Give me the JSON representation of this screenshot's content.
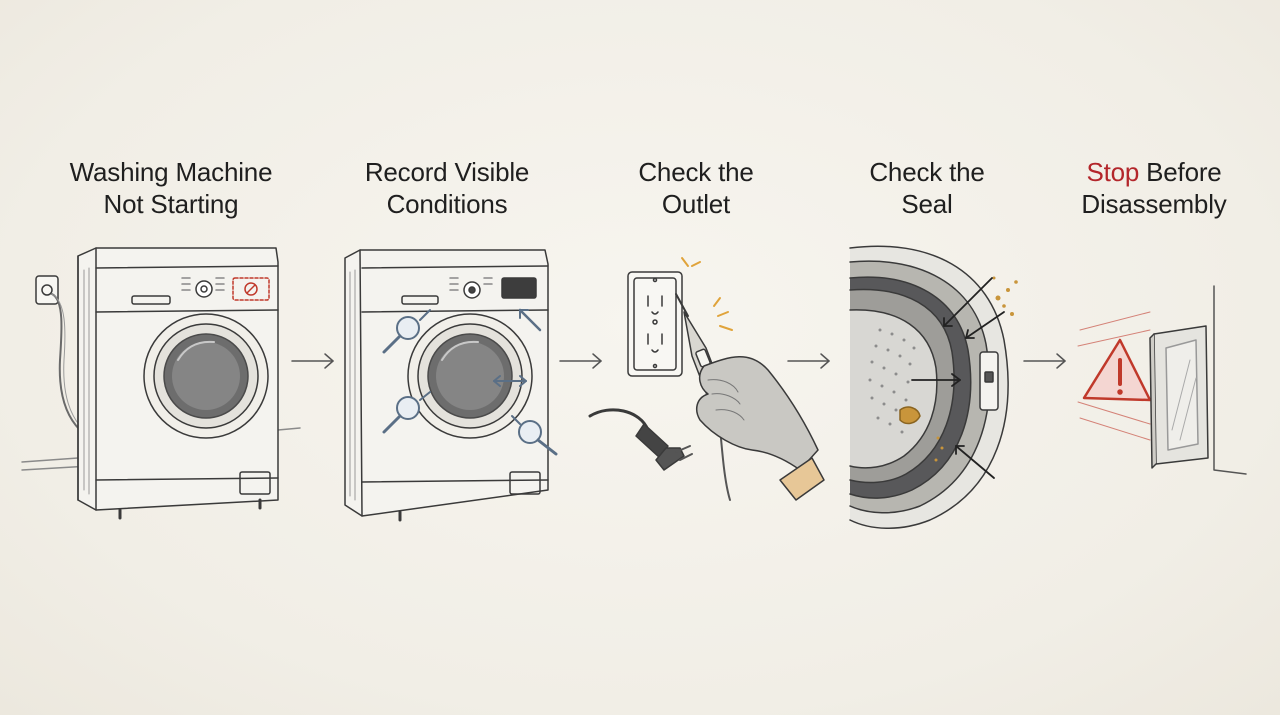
{
  "steps": [
    {
      "id": "step-1",
      "title_line1": "Washing Machine",
      "title_line2": "Not Starting"
    },
    {
      "id": "step-2",
      "title_line1": "Record Visible",
      "title_line2": "Conditions"
    },
    {
      "id": "step-3",
      "title_line1": "Check the",
      "title_line2": "Outlet"
    },
    {
      "id": "step-4",
      "title_line1": "Check the",
      "title_line2": "Seal"
    },
    {
      "id": "step-5",
      "title_line1_accent": "Stop",
      "title_line1_rest": " Before",
      "title_line2": "Disassembly"
    }
  ],
  "colors": {
    "background": "#f1eee6",
    "line": "#3a3a3a",
    "warning": "#c0392b",
    "accent_blue": "#5a6f86"
  },
  "icons": [
    "washing-machine",
    "magnifier",
    "outlet",
    "voltage-tester",
    "plug",
    "glove",
    "door-seal",
    "warning-triangle",
    "door-panel",
    "arrow-right"
  ]
}
